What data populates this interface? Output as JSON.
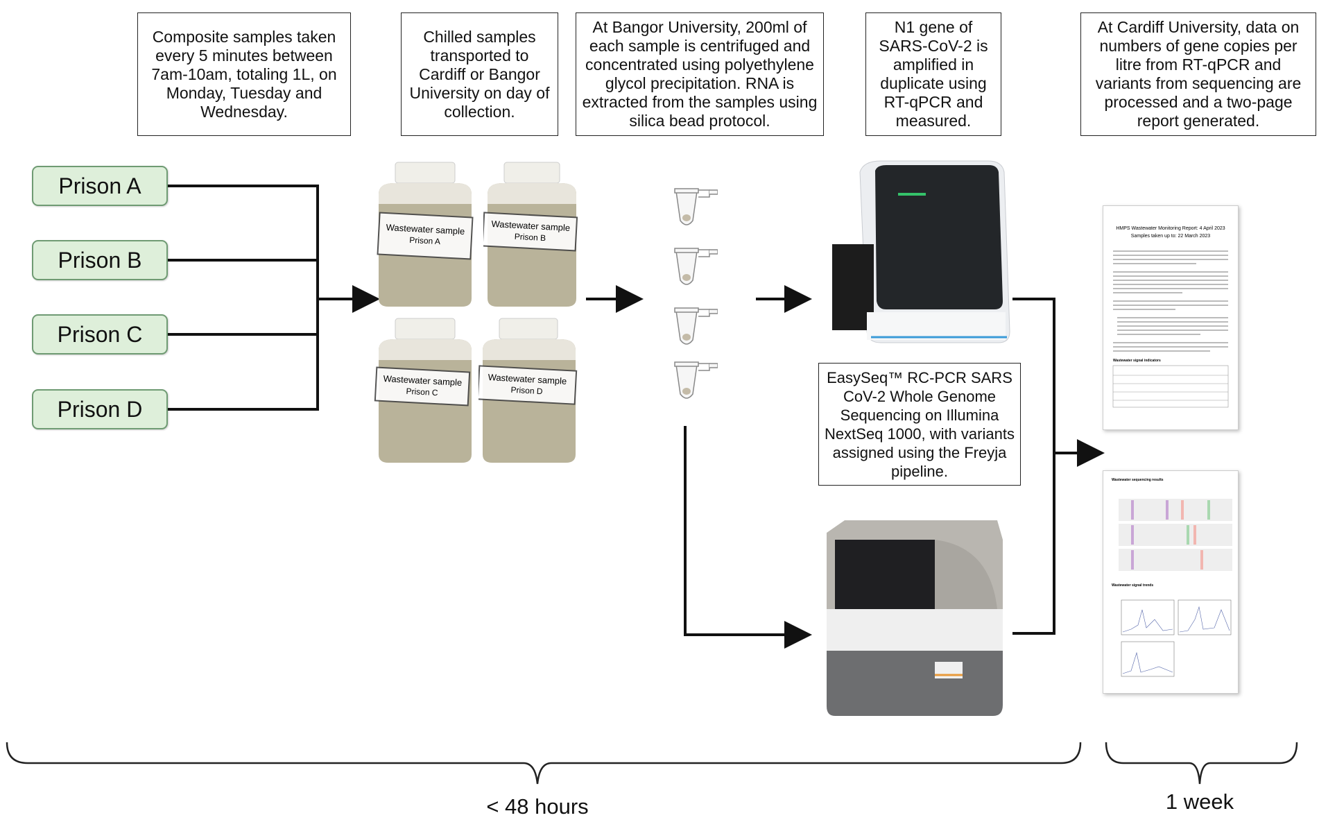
{
  "steps": {
    "collect": "Composite samples taken every 5 minutes between 7am-10am, totaling 1L, on Monday, Tuesday and Wednesday.",
    "transport": "Chilled samples transported to Cardiff or Bangor University on day of collection.",
    "concentrate": "At Bangor University, 200ml of each sample is centrifuged and concentrated using polyethylene glycol precipitation. RNA is extracted from the samples using silica bead protocol.",
    "amplify": "N1 gene of SARS-CoV-2 is amplified in duplicate using RT-qPCR and measured.",
    "report": "At Cardiff University, data on numbers of gene copies per litre from RT-qPCR and variants from sequencing are processed and a two-page report generated.",
    "sequencing": "EasySeq™ RC-PCR SARS CoV-2 Whole Genome Sequencing on Illumina NextSeq 1000, with variants assigned using the Freyja pipeline."
  },
  "prisons": [
    "Prison A",
    "Prison B",
    "Prison C",
    "Prison D"
  ],
  "jars": [
    {
      "label_line1": "Wastewater sample",
      "label_line2": "Prison A"
    },
    {
      "label_line1": "Wastewater sample",
      "label_line2": "Prison B"
    },
    {
      "label_line1": "Wastewater sample",
      "label_line2": "Prison C"
    },
    {
      "label_line1": "Wastewater sample",
      "label_line2": "Prison D"
    }
  ],
  "report_page": {
    "title_line1": "HMPS Wastewater Monitoring Report: 4 April 2023",
    "title_line2": "Samples taken up to: 22 March 2023",
    "table_title": "Wastewater signal indicators",
    "sequencing_title": "Wastewater sequencing results",
    "trends_title": "Wastewater signal trends"
  },
  "timeline": {
    "lab_period": "< 48 hours",
    "report_period": "1 week"
  },
  "colors": {
    "prison_fill": "#deefda",
    "prison_border": "#6f9b73",
    "wastewater": "#b9b39a"
  }
}
